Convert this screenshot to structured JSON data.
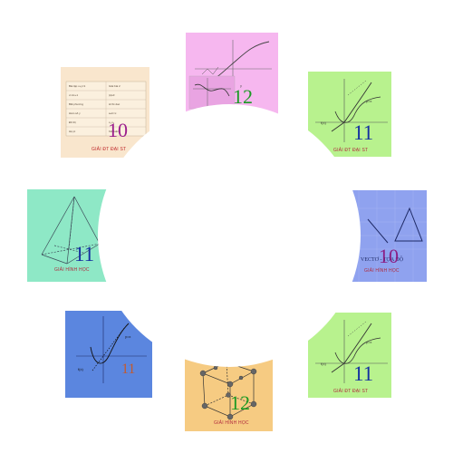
{
  "cards": [
    {
      "id": "top",
      "grade": "12",
      "caption": "",
      "color": "#f6b7ef",
      "grade_color": "#1a9a24",
      "icon": "function-graph-icon"
    },
    {
      "id": "top-left",
      "grade": "10",
      "caption": "GIẢI ĐT ĐẠI ST",
      "color": "#f9e6cd",
      "grade_color": "#9c1d8d",
      "icon": "table-sheet-icon"
    },
    {
      "id": "top-right",
      "grade": "11",
      "caption": "GIẢI ĐT ĐẠI ST",
      "color": "#b8f28e",
      "grade_color": "#1530a0",
      "icon": "function-graph-icon"
    },
    {
      "id": "left",
      "grade": "11",
      "caption": "GIẢI HÌNH HỌC",
      "color": "#8ee8c6",
      "grade_color": "#1530a0",
      "icon": "pyramid-icon"
    },
    {
      "id": "right",
      "grade": "10",
      "caption": "GIẢI HÌNH HỌC",
      "color": "#8fa2ef",
      "grade_color": "#8b1f85",
      "icon": "vector-triangle-icon",
      "label": "VECTƠ - TỌA ĐỘ"
    },
    {
      "id": "bottom-left",
      "grade": "11",
      "caption": "",
      "color": "#5b86df",
      "grade_color": "#c25a2f",
      "icon": "function-graph-icon"
    },
    {
      "id": "bottom-right",
      "grade": "11",
      "caption": "GIẢI ĐT ĐẠI ST",
      "color": "#b8f28e",
      "grade_color": "#1530a0",
      "icon": "function-graph-icon"
    },
    {
      "id": "bottom",
      "grade": "12",
      "caption": "GIẢI HÌNH HỌC",
      "color": "#f6cb82",
      "grade_color": "#1a9a24",
      "icon": "molecule-cube-icon"
    }
  ]
}
